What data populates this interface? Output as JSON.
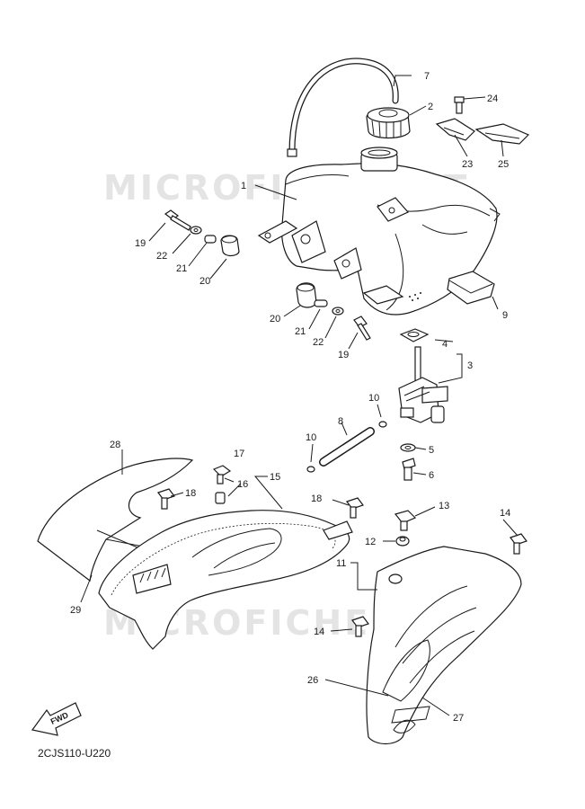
{
  "watermark": "MICROFICHE.NET",
  "figure_code": "2CJS110-U220",
  "fwd_label": "FWD",
  "labels": [
    {
      "id": "l1",
      "text": "1"
    },
    {
      "id": "l2",
      "text": "2"
    },
    {
      "id": "l3",
      "text": "3"
    },
    {
      "id": "l4",
      "text": "4"
    },
    {
      "id": "l5",
      "text": "5"
    },
    {
      "id": "l6",
      "text": "6"
    },
    {
      "id": "l7",
      "text": "7"
    },
    {
      "id": "l8",
      "text": "8"
    },
    {
      "id": "l9",
      "text": "9"
    },
    {
      "id": "l10a",
      "text": "10"
    },
    {
      "id": "l10b",
      "text": "10"
    },
    {
      "id": "l11",
      "text": "11"
    },
    {
      "id": "l12",
      "text": "12"
    },
    {
      "id": "l13",
      "text": "13"
    },
    {
      "id": "l14a",
      "text": "14"
    },
    {
      "id": "l14b",
      "text": "14"
    },
    {
      "id": "l15",
      "text": "15"
    },
    {
      "id": "l16",
      "text": "16"
    },
    {
      "id": "l17",
      "text": "17"
    },
    {
      "id": "l18a",
      "text": "18"
    },
    {
      "id": "l18b",
      "text": "18"
    },
    {
      "id": "l19a",
      "text": "19"
    },
    {
      "id": "l19b",
      "text": "19"
    },
    {
      "id": "l20a",
      "text": "20"
    },
    {
      "id": "l20b",
      "text": "20"
    },
    {
      "id": "l21a",
      "text": "21"
    },
    {
      "id": "l21b",
      "text": "21"
    },
    {
      "id": "l22a",
      "text": "22"
    },
    {
      "id": "l22b",
      "text": "22"
    },
    {
      "id": "l23",
      "text": "23"
    },
    {
      "id": "l24",
      "text": "24"
    },
    {
      "id": "l25",
      "text": "25"
    },
    {
      "id": "l26",
      "text": "26"
    },
    {
      "id": "l27",
      "text": "27"
    },
    {
      "id": "l28",
      "text": "28"
    },
    {
      "id": "l29",
      "text": "29"
    }
  ]
}
